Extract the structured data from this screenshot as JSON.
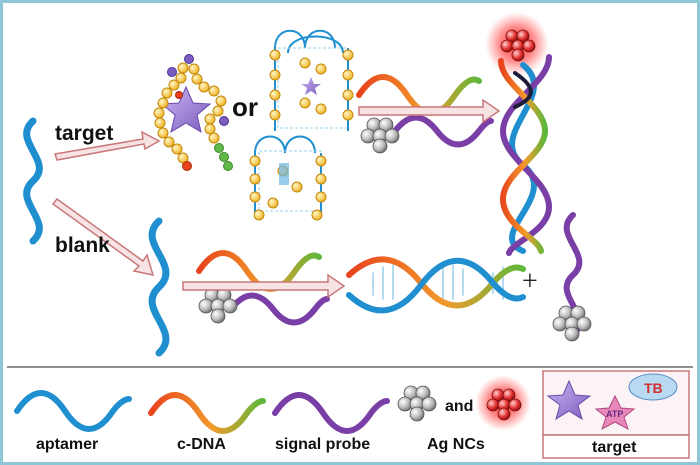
{
  "labels": {
    "target_arrow": "target",
    "blank_arrow": "blank",
    "or": "or",
    "plus": "+"
  },
  "legend": {
    "aptamer": "aptamer",
    "cdna": "c-DNA",
    "signal_probe": "signal probe",
    "and": "and",
    "ag_ncs": "Ag NCs",
    "target": "target",
    "tb": "TB",
    "atp": "ATP"
  },
  "colors": {
    "aptamer": "#1f8fd0",
    "cdna_start": "#e8431c",
    "cdna_mid": "#f29a2b",
    "cdna_end": "#5cb83a",
    "signal_probe": "#7a3fa6",
    "arrow_fill": "#f7e3e3",
    "arrow_stroke": "#c9787a",
    "glow": "#ff2a2a",
    "frame": "#8fc6d8"
  }
}
